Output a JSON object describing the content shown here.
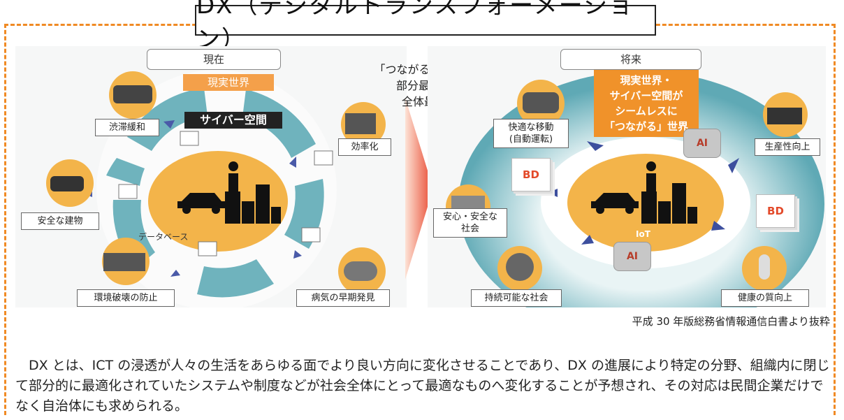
{
  "title": "DX（デジタルトランスフォーメーション）",
  "left_panel": {
    "header": "現在",
    "real_world_tag": "現実世界",
    "cyber_tag": "サイバー空間",
    "database_label": "データベース",
    "labels": {
      "congestion": "渋滞緩和",
      "efficiency": "効率化",
      "safe_building": "安全な建物",
      "environment": "環境破壊の防止",
      "disease": "病気の早期発見"
    }
  },
  "middle_text": [
    "「つながる」ことで、",
    "部分最適から",
    "全体最適へ"
  ],
  "right_panel": {
    "header": "将来",
    "connected_box": [
      "現実世界・",
      "サイバー空間が",
      "シームレスに",
      "「つながる」世界"
    ],
    "iot_label": "IoT",
    "ai_label": "AI",
    "bd_label": "BD",
    "labels": {
      "mobility": [
        "快適な移動",
        "(自動運転)"
      ],
      "productivity": "生産性向上",
      "safety": [
        "安心・安全な",
        "社会"
      ],
      "sustainable": "持続可能な社会",
      "health": "健康の質向上"
    }
  },
  "source": "平成 30 年版総務省情報通信白書より抜粋",
  "paragraph": "DX とは、ICT の浸透が人々の生活をあらゆる面でより良い方向に変化させることであり、DX の進展により特定の分野、組織内に閉じて部分的に最適化されていたシステムや制度などが社会全体にとって最適なものへ変化することが予想され、その対応は民間企業だけでなく自治体にも求められる。",
  "colors": {
    "frame": "#f08a24",
    "accent_orange": "#f0922a",
    "teal": "#5fa9b5",
    "center_gold": "#f3b44a"
  }
}
